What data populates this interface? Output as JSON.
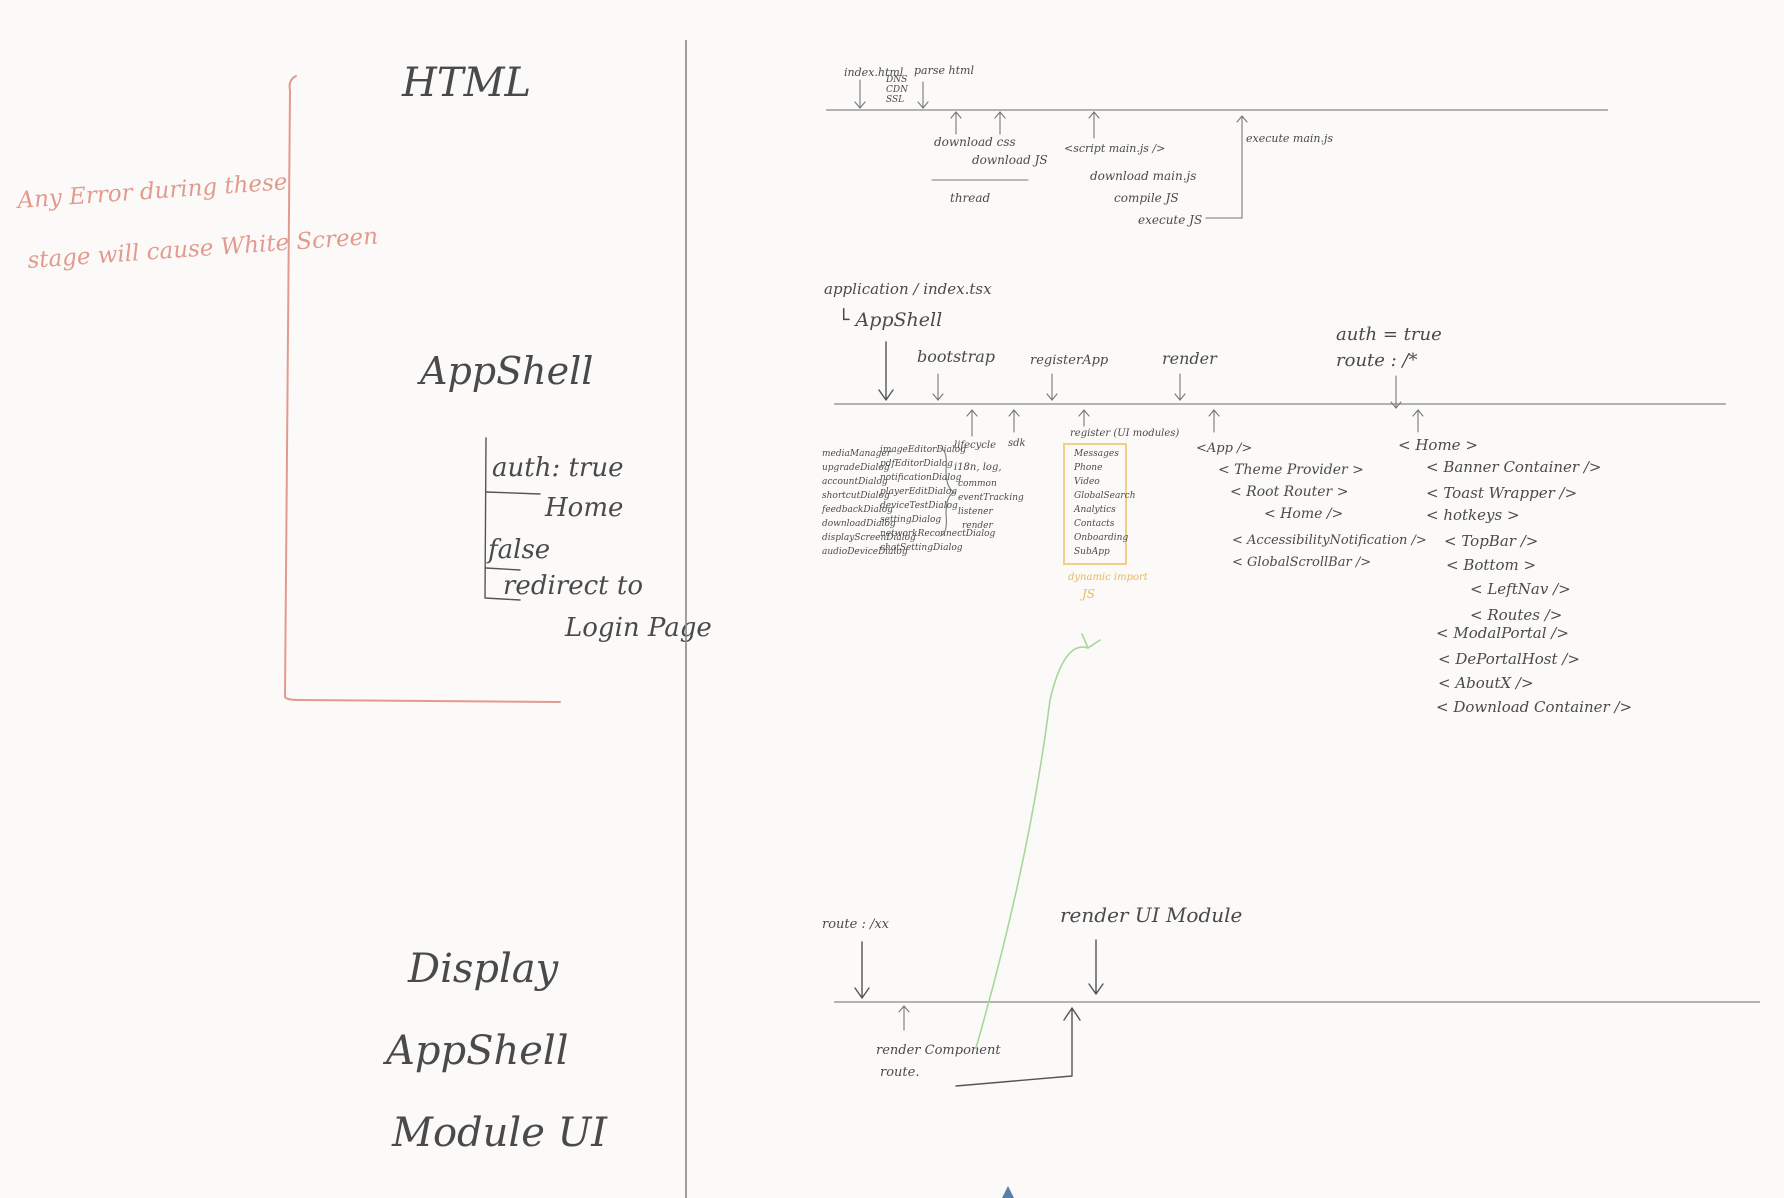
{
  "left_panel": {
    "stages": [
      "HTML",
      "AppShell",
      "Display",
      "AppShell",
      "Module UI"
    ],
    "error_note": [
      "Any Error during these",
      "stage will cause White Screen"
    ],
    "auth_branch": {
      "true_label": "auth: true",
      "true_target": "Home",
      "false_label": "false",
      "false_action": "redirect to",
      "false_target": "Login Page"
    }
  },
  "html_lane": {
    "top_labels": [
      "index.html",
      "DNS",
      "CDN",
      "SSL",
      "parse html"
    ],
    "below_labels": [
      "download css",
      "download JS",
      "thread",
      "<script main.js />",
      "download main.js",
      "compile JS",
      "execute JS",
      "execute main.js"
    ]
  },
  "appshell_lane": {
    "entry": "application / index.tsx",
    "entry_child": "└ AppShell",
    "phases": [
      "bootstrap",
      "registerApp",
      "render"
    ],
    "auth_note": [
      "auth = true",
      "route : /*"
    ],
    "modules_col1": [
      "mediaManager",
      "upgradeDialog",
      "accountDialog",
      "shortcutDialog",
      "feedbackDialog",
      "downloadDialog",
      "displayScreenDialog",
      "audioDeviceDialog"
    ],
    "modules_col2": [
      "imageEditorDialog",
      "pdfEditorDialog",
      "notificationDialog",
      "playerEditDialog",
      "deviceTestDialog",
      "settingDialog",
      "networkReconnectDialog",
      "chatSettingDialog"
    ],
    "lifecycle": [
      "lifecycle",
      "i18n, log,",
      "common",
      "eventTracking",
      "listener",
      "render"
    ],
    "sdk_label": "sdk",
    "register_title": "register (UI modules)",
    "ui_modules": [
      "Messages",
      "Phone",
      "Video",
      "GlobalSearch",
      "Analytics",
      "Contacts",
      "Onboarding",
      "SubApp"
    ],
    "dynamic_note": [
      "dynamic import",
      "JS"
    ],
    "render_tree": [
      "<App />",
      "< Theme Provider >",
      "< Root Router >",
      "< Home />",
      "< AccessibilityNotification />",
      "< GlobalScrollBar />"
    ],
    "home_tree": [
      "< Home >",
      "< Banner Container />",
      "< Toast Wrapper />",
      "< hotkeys >",
      "< TopBar />",
      "< Bottom >",
      "< LeftNav />",
      "< Routes />",
      "< ModalPortal />",
      "< DePortalHost />",
      "< AboutX />",
      "< Download Container />"
    ]
  },
  "module_lane": {
    "route_label": "route : /xx",
    "render_label": "render UI Module",
    "bottom_label": [
      "render Component",
      "route."
    ]
  }
}
